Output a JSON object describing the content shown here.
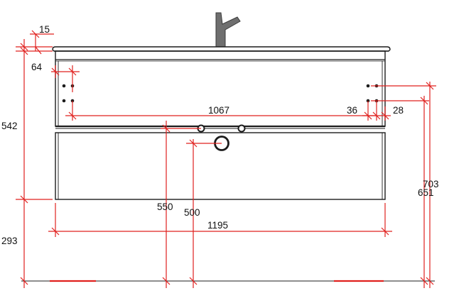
{
  "colors": {
    "dimension_lines": "#e0201e",
    "outline": "#1c1c1c",
    "cabinet_fill": "#ffffff",
    "background": "#ffffff"
  },
  "dimensions": {
    "top_thickness": "15",
    "hole_offset_left": "64",
    "upper_height": "542",
    "hole_spacing": "1067",
    "hole_offset_right": "36",
    "side_offset": "28",
    "center_left": "550",
    "center_drain": "500",
    "total_width": "1195",
    "floor_clearance": "293",
    "height_upper": "703",
    "height_lower": "651"
  },
  "icons": {
    "faucet": "faucet-icon",
    "drain": "drain-icon"
  }
}
